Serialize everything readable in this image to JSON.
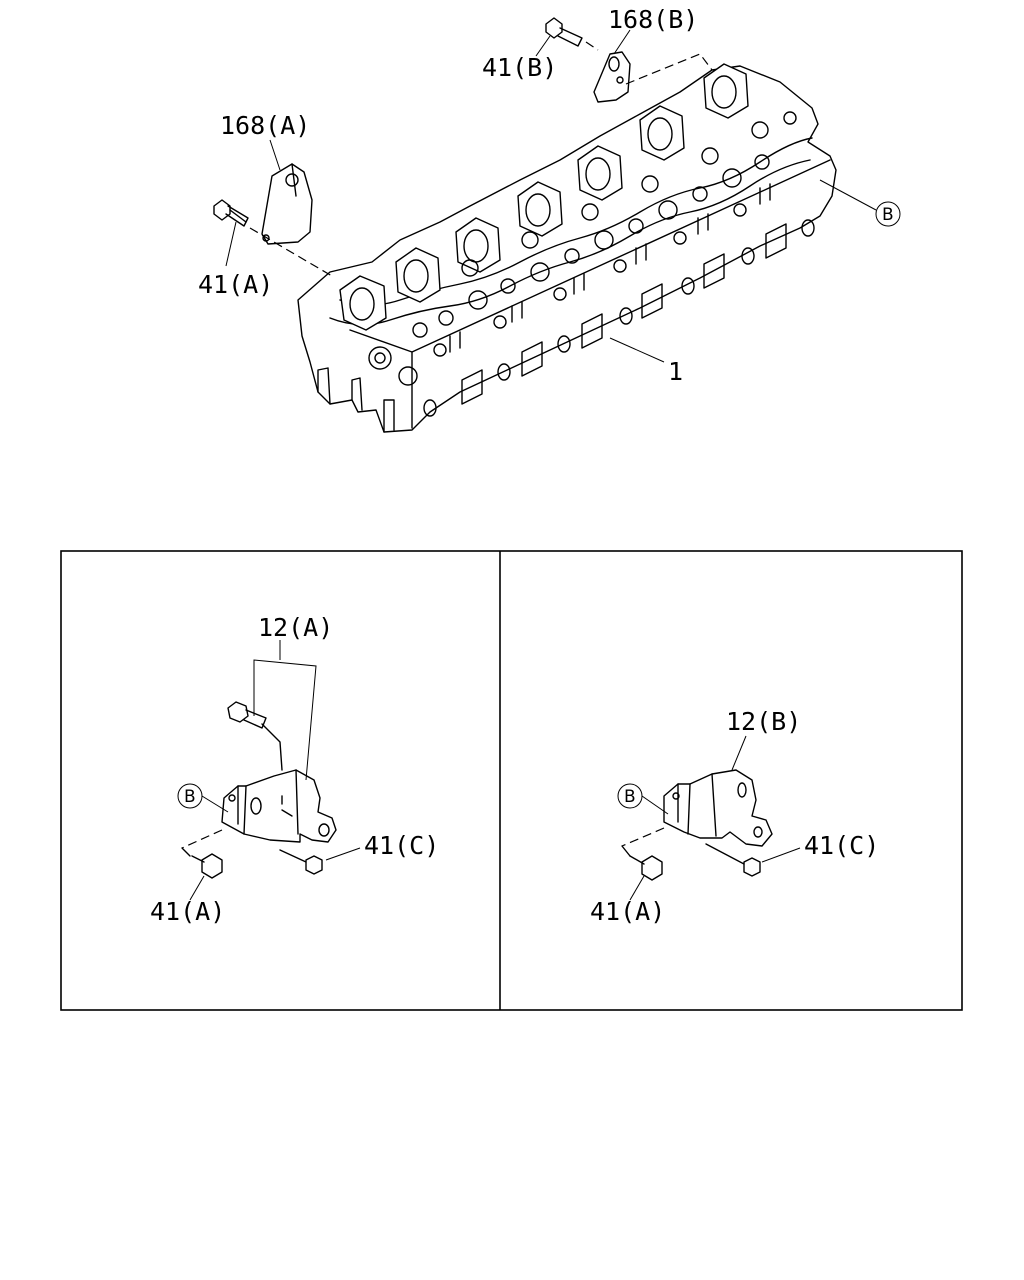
{
  "callouts": {
    "part_168b": "168(B)",
    "part_41b": "41(B)",
    "part_168a": "168(A)",
    "part_41a_top": "41(A)",
    "ref_b_top": "B",
    "part_1": "1",
    "part_12a": "12(A)",
    "ref_b_left": "B",
    "part_41c_left": "41(C)",
    "part_41a_left": "41(A)",
    "part_12b": "12(B)",
    "ref_b_right": "B",
    "part_41c_right": "41(C)",
    "part_41a_right": "41(A)"
  }
}
